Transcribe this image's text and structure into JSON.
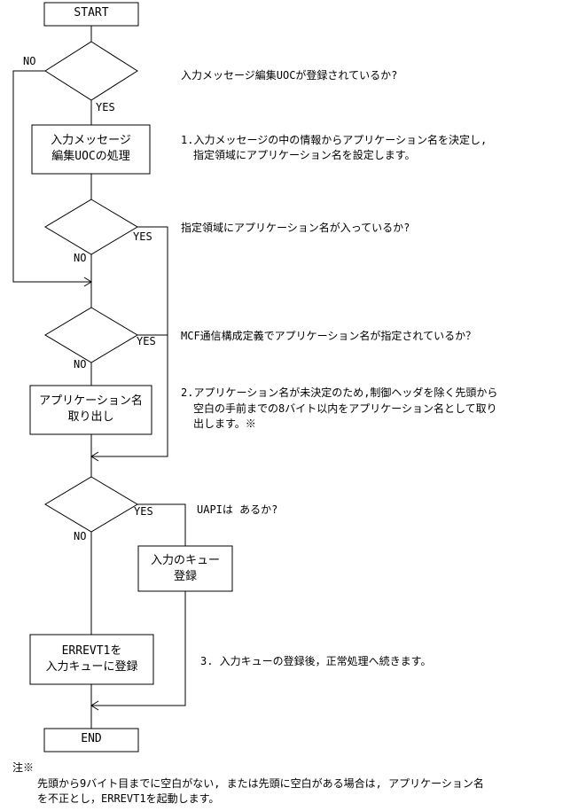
{
  "terminals": {
    "start": "START",
    "end": "END"
  },
  "decisions": {
    "d1": {
      "no": "NO",
      "yes": "YES"
    },
    "d2": {
      "yes": "YES",
      "no": "NO"
    },
    "d3": {
      "yes": "YES",
      "no": "NO"
    },
    "d4": {
      "yes": "YES",
      "no": "NO"
    }
  },
  "boxes": {
    "uoc": [
      "入力メッセージ",
      "編集UOCの処理"
    ],
    "appname": [
      "アプリケーション名",
      "取り出し"
    ],
    "queue": [
      "入力のキュー",
      "登録"
    ],
    "errevt": [
      "ERREVT1を",
      "入力キューに登録"
    ]
  },
  "notes": {
    "q1": "入力メッセージ編集UOCが登録されているか?",
    "step1": [
      "1.入力メッセージの中の情報からアプリケーション名を決定し,",
      "指定領域にアプリケーション名を設定します。"
    ],
    "q2": "指定領域にアプリケーション名が入っているか?",
    "q3": "MCF通信構成定義でアプリケーション名が指定されているか？",
    "step2": [
      "2.アプリケーション名が未決定のため,制御ヘッダを除く先頭から",
      "空白の手前までの8バイト以内をアプリケーション名として取り",
      "出します。※"
    ],
    "q4": "UAPIは あるか?",
    "step3": "3. 入力キューの登録後，正常処理へ続きます。"
  },
  "footnote": {
    "mark": "注※",
    "lines": [
      "先頭から9バイト目までに空白がない, または先頭に空白がある場合は, アプリケーション名",
      "を不正とし，ERREVT1を起動します。"
    ]
  }
}
